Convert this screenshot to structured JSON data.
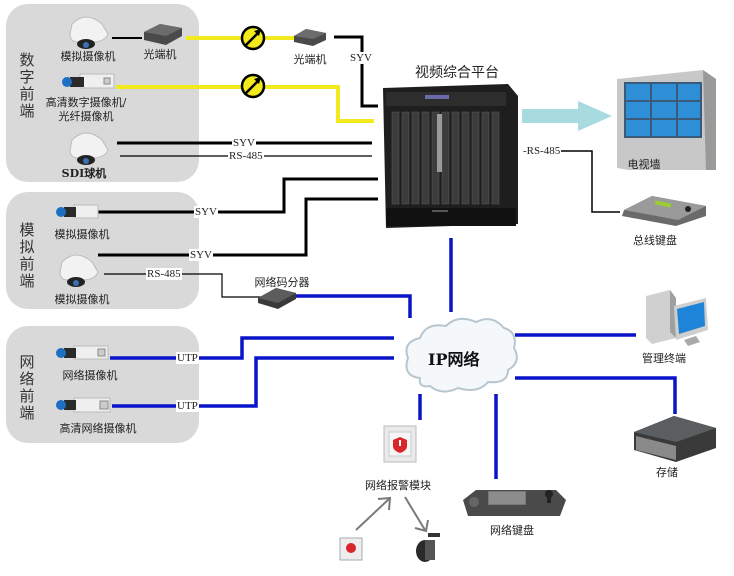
{
  "title": "视频综合平台",
  "groups": [
    {
      "id": "digital",
      "label": "数字前端"
    },
    {
      "id": "analog",
      "label": "模拟前端"
    },
    {
      "id": "network",
      "label": "网络前端"
    }
  ],
  "devices": {
    "digital_analog_camera": "模拟摄像机",
    "optical_transceiver_left": "光端机",
    "optical_transceiver_right": "光端机",
    "hd_digital_camera_line1": "高清数字摄像机/",
    "hd_digital_camera_line2": "光纤摄像机",
    "sdi_dome": "SDI球机",
    "analog_camera_1": "模拟摄像机",
    "analog_camera_2": "模拟摄像机",
    "network_decoder": "网络码分器",
    "network_camera": "网络摄像机",
    "hd_network_camera": "高清网络摄像机",
    "video_wall": "电视墙",
    "bus_keyboard": "总线键盘",
    "management_terminal": "管理终端",
    "storage": "存储",
    "network_keyboard": "网络键盘",
    "network_alarm_module": "网络报警模块",
    "ip_network": "IP网络"
  },
  "cable_labels": {
    "syv_optical": "SYV",
    "syv_sdi": "SYV",
    "rs485_sdi": "RS-485",
    "syv_analog_1": "SYV",
    "syv_analog_2": "SYV",
    "rs485_analog": "RS-485",
    "rs485_wall": "-RS-485",
    "utp_1": "UTP",
    "utp_2": "UTP"
  },
  "colors": {
    "fiber": "#f2ea1d",
    "coax": "#000000",
    "network": "#0a14c8",
    "panel": "#d9d9d9",
    "arrow": "#a8dbe0"
  }
}
